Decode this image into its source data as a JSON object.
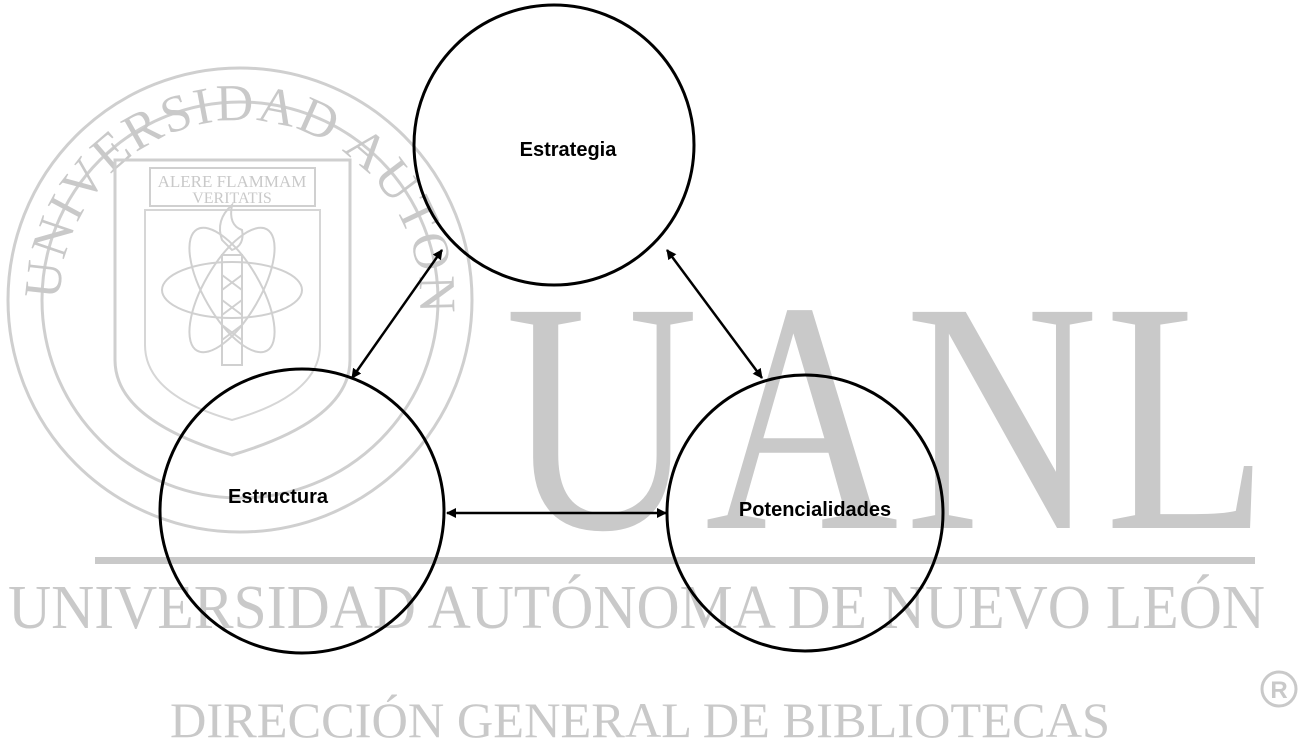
{
  "diagram": {
    "nodes": [
      {
        "id": "estrategia",
        "label": "Estrategia"
      },
      {
        "id": "estructura",
        "label": "Estructura"
      },
      {
        "id": "potencialidades",
        "label": "Potencialidades"
      }
    ],
    "edges": [
      {
        "from": "estrategia",
        "to": "estructura",
        "direction": "both"
      },
      {
        "from": "estrategia",
        "to": "potencialidades",
        "direction": "both"
      },
      {
        "from": "estructura",
        "to": "potencialidades",
        "direction": "both"
      }
    ]
  },
  "watermark": {
    "seal_ring_text": "UNIVERSIDAD AUTONOMA DE NUEVO LEON",
    "seal_motto_line1": "ALERE FLAMMAM",
    "seal_motto_line2": "VERITATIS",
    "big_letters": "UANL",
    "university_name": "UNIVERSIDAD AUTÓNOMA DE NUEVO LEÓN",
    "department": "DIRECCIÓN GENERAL DE BIBLIOTECAS",
    "registered_mark": "R",
    "color": "#c9c9c9"
  }
}
